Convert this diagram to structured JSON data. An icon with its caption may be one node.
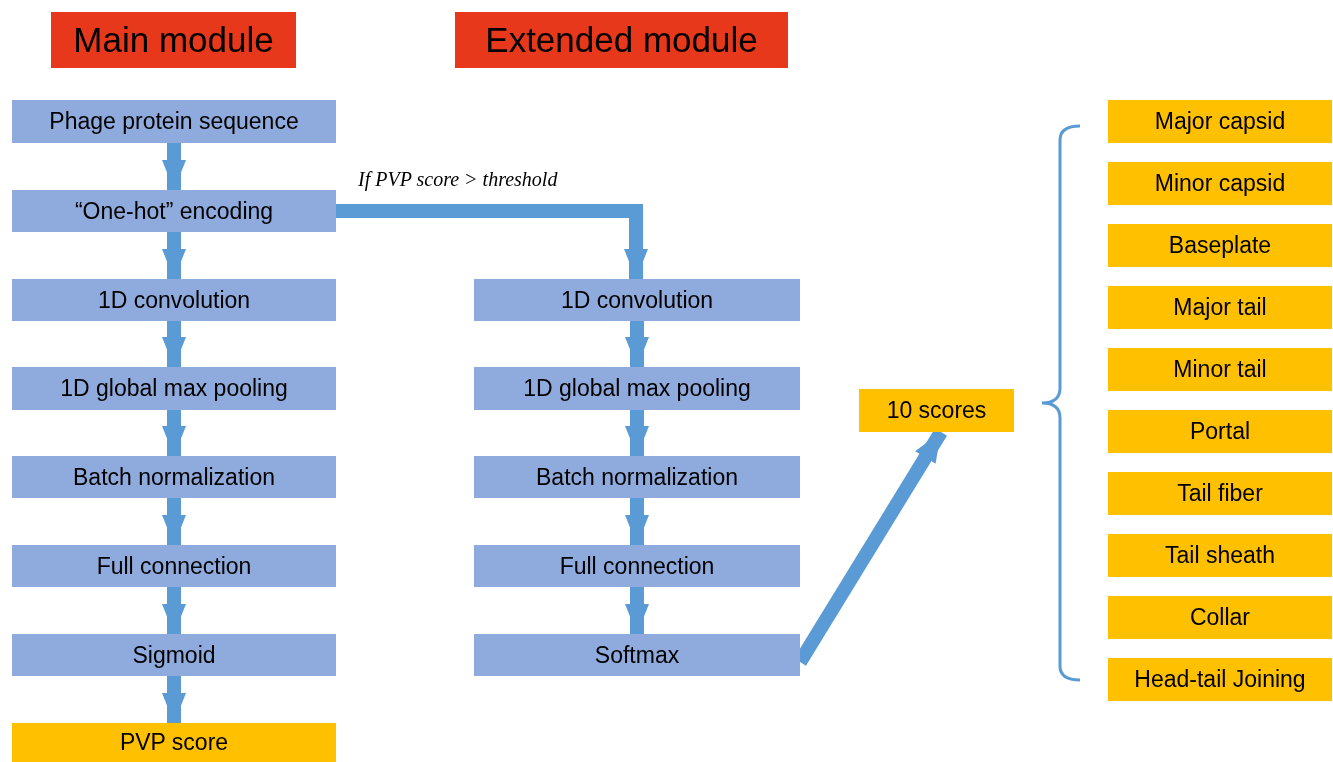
{
  "diagram": {
    "nodes": [
      {
        "text": [
          "Main module"
        ]
      },
      {
        "text": [
          "Extended module"
        ]
      },
      {
        "text": [
          "Phage protein sequence"
        ]
      },
      {
        "text": [
          "“One-hot” encoding"
        ]
      },
      {
        "text": [
          "1D convolution"
        ]
      },
      {
        "text": [
          "1D global max pooling"
        ]
      },
      {
        "text": [
          "Batch normalization"
        ]
      },
      {
        "text": [
          "Full connection"
        ]
      },
      {
        "text": [
          "Sigmoid"
        ]
      },
      {
        "text": [
          "PVP score"
        ]
      },
      {
        "text": [
          "1D convolution"
        ]
      },
      {
        "text": [
          "1D global max pooling"
        ]
      },
      {
        "text": [
          "Batch normalization"
        ]
      },
      {
        "text": [
          "Full connection"
        ]
      },
      {
        "text": [
          "Softmax"
        ]
      },
      {
        "text": [
          "10 scores"
        ]
      },
      {
        "text": [
          "Major capsid"
        ]
      },
      {
        "text": [
          "Minor capsid"
        ]
      },
      {
        "text": [
          "Baseplate"
        ]
      },
      {
        "text": [
          "Major tail"
        ]
      },
      {
        "text": [
          "Minor tail"
        ]
      },
      {
        "text": [
          "Portal"
        ]
      },
      {
        "text": [
          "Tail fiber"
        ]
      },
      {
        "text": [
          "Tail sheath"
        ]
      },
      {
        "text": [
          "Collar"
        ]
      },
      {
        "text": [
          "Head-tail Joining"
        ]
      }
    ],
    "edges": [
      {
        "from": 2,
        "to": 3,
        "arrow": "to"
      },
      {
        "from": 3,
        "to": 4,
        "arrow": "to"
      },
      {
        "from": 4,
        "to": 5,
        "arrow": "to"
      },
      {
        "from": 5,
        "to": 6,
        "arrow": "to"
      },
      {
        "from": 6,
        "to": 7,
        "arrow": "to"
      },
      {
        "from": 7,
        "to": 8,
        "arrow": "to"
      },
      {
        "from": 8,
        "to": 9,
        "arrow": "to"
      },
      {
        "from": 3,
        "to": 10,
        "arrow": "to",
        "label": "If PVP score > threshold"
      },
      {
        "from": 10,
        "to": 11,
        "arrow": "to"
      },
      {
        "from": 11,
        "to": 12,
        "arrow": "to"
      },
      {
        "from": 12,
        "to": 13,
        "arrow": "to"
      },
      {
        "from": 13,
        "to": 14,
        "arrow": "to"
      },
      {
        "from": 14,
        "to": 15,
        "arrow": "to"
      }
    ]
  }
}
